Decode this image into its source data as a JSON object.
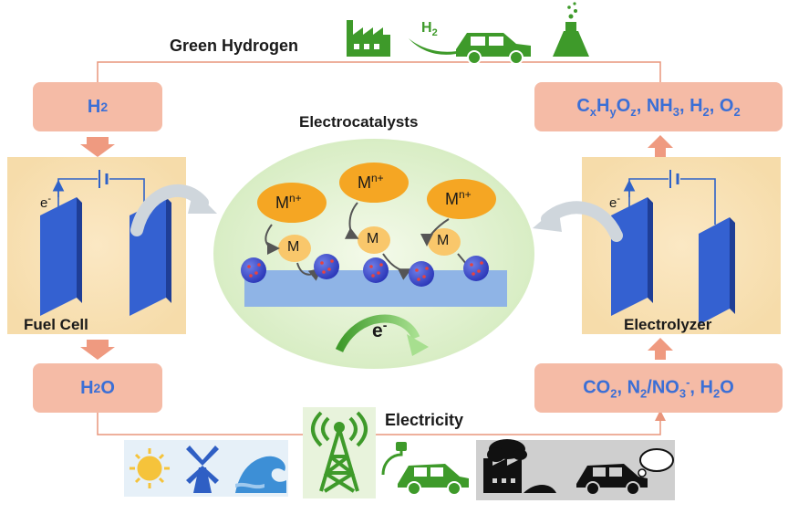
{
  "labels": {
    "green_hydrogen": "Green Hydrogen",
    "electricity": "Electricity",
    "electrocatalysts": "Electrocatalysts",
    "fuel_cell": "Fuel Cell",
    "electrolyzer": "Electrolyzer",
    "electron_center": "e",
    "electron_sup": "-",
    "electron_left": "e",
    "electron_right": "e",
    "car_h2_base": "H",
    "car_h2_sub": "2"
  },
  "boxes": {
    "fuel_input": {
      "base": "H",
      "sub": "2"
    },
    "fuel_output": {
      "base": "H",
      "sub": "2",
      "tail": "O"
    },
    "electrolyzer_output": {
      "c": "C",
      "x": "x",
      "h": "H",
      "y": "y",
      "o": "O",
      "z": "z",
      "rest1": ", NH",
      "n3": "3",
      "rest2": ", H",
      "n2": "2",
      "rest3": ", O",
      "n2b": "2"
    },
    "electrolyzer_input": {
      "co": "CO",
      "co_sub": "2",
      "sep1": ", N",
      "n_sub": "2",
      "no": "/NO",
      "no_sub": "3",
      "no_sup": "-",
      "tail": ", H",
      "h_sub": "2",
      "o": "O"
    }
  },
  "catalyst": {
    "ion_base": "M",
    "ion_sup": "n+",
    "metal": "M"
  },
  "colors": {
    "pink_box": "#f5bba6",
    "text_blue": "#3b6fd6",
    "electrode_blue": "#3461d1",
    "panel_yellow": "#fbe6c0",
    "ellipse_green": "#e3f3d3",
    "ion_orange": "#f5a623",
    "metal_orange": "#f9c76b",
    "substrate_blue": "#8fb4e6",
    "icon_green": "#3e9a2a",
    "wire_blue": "#2f62c8",
    "flow_line": "#e9957b"
  },
  "icons": [
    "factory-icon",
    "hydrogen-car-icon",
    "flask-icon",
    "sun-icon",
    "windmill-icon",
    "wave-icon",
    "transmission-tower-icon",
    "electric-car-icon",
    "polluting-factory-icon",
    "exhaust-car-icon"
  ]
}
